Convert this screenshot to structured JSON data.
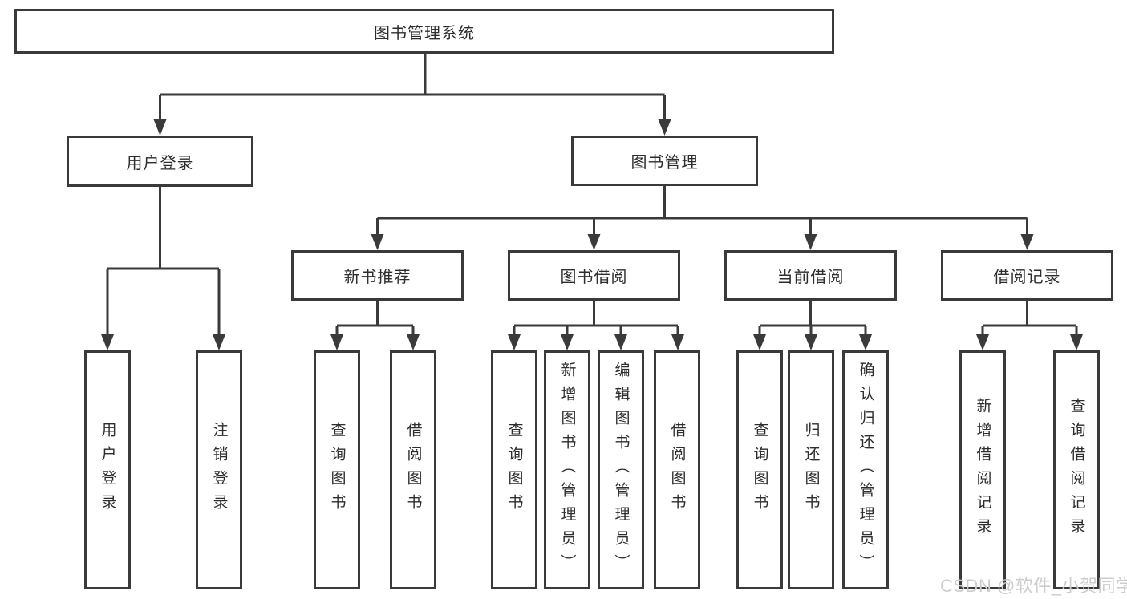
{
  "diagram_title": "图书管理系统",
  "tree": {
    "root": {
      "label": "图书管理系统",
      "children": [
        {
          "label": "用户登录",
          "children": [
            {
              "label": "用户登录"
            },
            {
              "label": "注销登录"
            }
          ]
        },
        {
          "label": "图书管理",
          "children": [
            {
              "label": "新书推荐",
              "children": [
                {
                  "label": "查询图书"
                },
                {
                  "label": "借阅图书"
                }
              ]
            },
            {
              "label": "图书借阅",
              "children": [
                {
                  "label": "查询图书"
                },
                {
                  "label": "新增图书（管理员）"
                },
                {
                  "label": "编辑图书（管理员）"
                },
                {
                  "label": "借阅图书"
                }
              ]
            },
            {
              "label": "当前借阅",
              "children": [
                {
                  "label": "查询图书"
                },
                {
                  "label": "归还图书"
                },
                {
                  "label": "确认归还（管理员）"
                }
              ]
            },
            {
              "label": "借阅记录",
              "children": [
                {
                  "label": "新增借阅记录"
                },
                {
                  "label": "查询借阅记录"
                }
              ]
            }
          ]
        }
      ]
    }
  },
  "watermark": {
    "text": "CSDN @软件_小贺同学"
  },
  "colors": {
    "line": "#3a3a3a",
    "box_border": "#3a3a3a",
    "text": "#2d2d2d",
    "watermark": "#cdcdcd",
    "background": "#ffffff"
  }
}
